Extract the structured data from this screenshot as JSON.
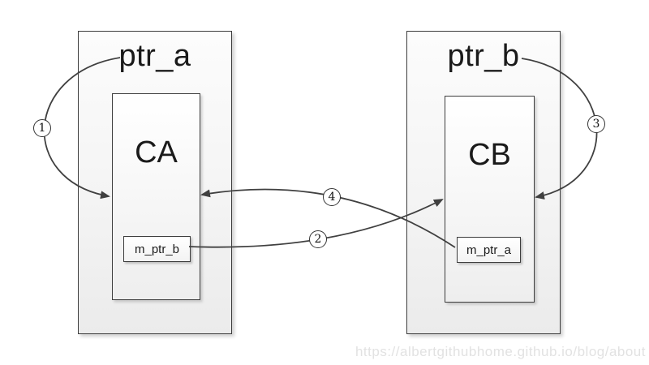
{
  "diagram": {
    "left_group": {
      "pointer_label": "ptr_a",
      "class_label": "CA",
      "member_label": "m_ptr_b"
    },
    "right_group": {
      "pointer_label": "ptr_b",
      "class_label": "CB",
      "member_label": "m_ptr_a"
    },
    "arrows": [
      {
        "number": "1",
        "from": "ptr_a",
        "to": "CA"
      },
      {
        "number": "2",
        "from": "m_ptr_b",
        "to": "CB"
      },
      {
        "number": "3",
        "from": "ptr_b",
        "to": "CB"
      },
      {
        "number": "4",
        "from": "m_ptr_a",
        "to": "CA"
      }
    ],
    "colors": {
      "line": "#404040",
      "box_border": "#3d3d3d",
      "box_fill_top": "#fcfcfc",
      "box_fill_bottom": "#ebebeb",
      "text": "#1a1a1a",
      "watermark": "#e2e2e2",
      "background": "#ffffff"
    }
  },
  "watermark": {
    "text": "https://albertgithubhome.github.io/blog/about"
  }
}
